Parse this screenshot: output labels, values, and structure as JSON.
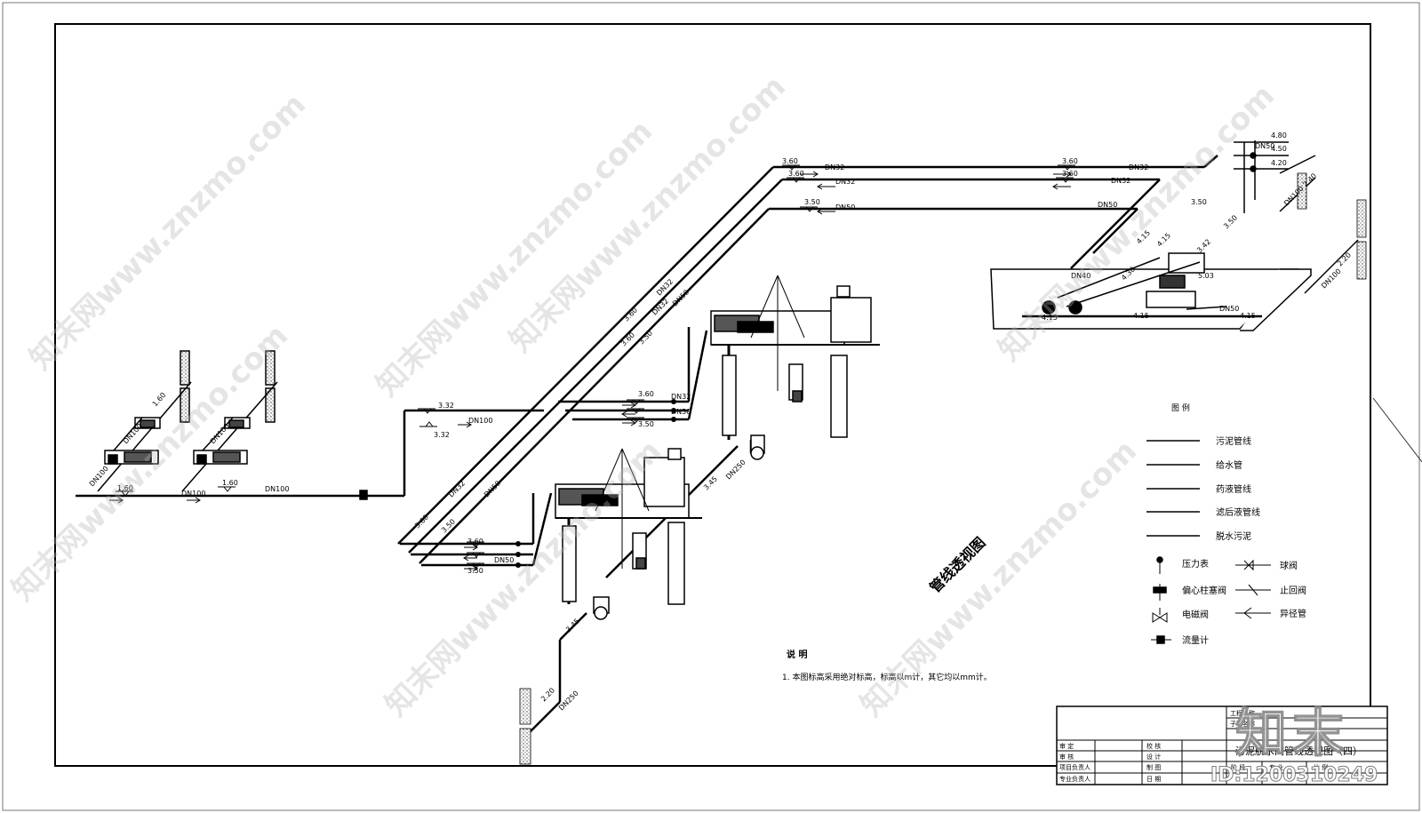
{
  "title": "管线透视图",
  "notes": {
    "heading": "说 明",
    "text": "1. 本图标高采用绝对标高，标高以m计，其它均以mm计。"
  },
  "legend": {
    "heading": "图 例",
    "lines": [
      "污泥管线",
      "给水管",
      "药液管线",
      "滤后液管线",
      "脱水污泥"
    ],
    "symbols_left": [
      "压力表",
      "偏心柱塞阀",
      "电磁阀",
      "流量计"
    ],
    "symbols_right": [
      "球阀",
      "止回阀",
      "异径管"
    ]
  },
  "title_block": {
    "project_name_label": "工程名称",
    "sub_project_label": "子项名称",
    "drawing_title": "污泥脱水间管线透视图（四）",
    "rows_left": [
      "审 定",
      "审 核",
      "项目负责人",
      "专业负责人"
    ],
    "rows_mid": [
      "校 核",
      "设 计",
      "制 图",
      "日 期"
    ],
    "bottom_cells": [
      "阶 段",
      "专 业",
      "比 例"
    ]
  },
  "labels": {
    "e160a": "1.60",
    "e160b": "1.60",
    "e160c": "1.60",
    "dn100a": "DN100",
    "dn100b": "DN100",
    "dn100c": "DN100",
    "dn100d": "DN100",
    "dn100e": "DN100",
    "dn100f": "DN100",
    "e332a": "3.32",
    "e332b": "3.32",
    "e360a": "3.60",
    "e360b": "3.60",
    "e360c": "3.60",
    "e360d": "3.60",
    "e360e": "3.60",
    "e360f": "3.60",
    "e360g": "3.60",
    "e360h": "3.60",
    "e360i": "3.60",
    "e350a": "3.50",
    "e350b": "3.50",
    "e350c": "3.50",
    "e350d": "3.50",
    "e350e": "3.50",
    "e350f": "3.50",
    "e350g": "3.50",
    "dn32a": "DN32",
    "dn32b": "DN32",
    "dn32c": "DN32",
    "dn32d": "DN32",
    "dn32e": "DN32",
    "dn32f": "DN32",
    "dn32g": "DN32",
    "dn32h": "DN32",
    "dn50a": "DN50",
    "dn50b": "DN50",
    "dn50c": "DN50",
    "dn50d": "DN50",
    "dn50e": "DN50",
    "dn50f": "DN50",
    "dn50g": "DN50",
    "dn50h": "DN50",
    "dn250a": "DN250",
    "dn250b": "DN250",
    "e345a": "3.45",
    "e345b": "3.45",
    "e220a": "2.20",
    "e220b": "2.20",
    "e480": "4.80",
    "e450": "4.50",
    "e420": "4.20",
    "dn100_240": "DN100  2.40",
    "e415a": "4.15",
    "e415b": "4.15",
    "e415c": "4.15",
    "e415d": "4.15",
    "e415e": "4.15",
    "e430": "4.30",
    "e503": "5.03",
    "e342": "3.42",
    "dn40": "DN40"
  },
  "watermarks": [
    "知末网www.znzmo.com",
    "知末网www.znzmo.com",
    "知末网www.znzmo.com",
    "知末网www.znzmo.com",
    "知末网www.znzmo.com",
    "知末网www.znzmo.com",
    "知末网www.znzmo.com"
  ],
  "brand": "知末",
  "image_id": "ID:1200310249"
}
